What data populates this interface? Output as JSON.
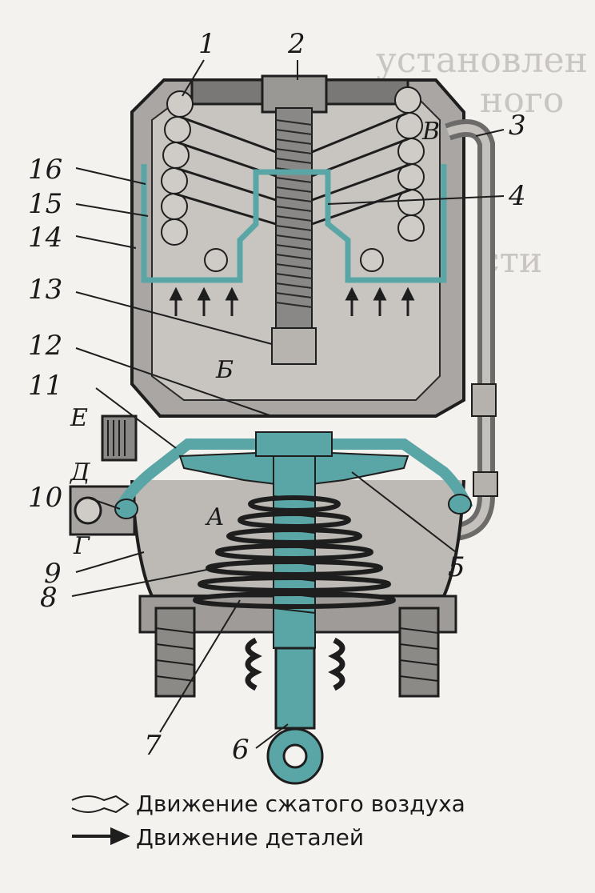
{
  "callouts": {
    "n1": "1",
    "n2": "2",
    "n3": "3",
    "n4": "4",
    "n5": "5",
    "n6": "6",
    "n7": "7",
    "n8": "8",
    "n9": "9",
    "n10": "10",
    "n11": "11",
    "n12": "12",
    "n13": "13",
    "n14": "14",
    "n15": "15",
    "n16": "16"
  },
  "zones": {
    "A": "А",
    "B": "Б",
    "V": "В",
    "G": "Г",
    "D": "Д",
    "E": "Е"
  },
  "legend": {
    "air_label": "Движение сжатого воздуха",
    "parts_label": "Движение деталей"
  },
  "colors": {
    "teal": "#5aa6a6",
    "metal": "#8e8c8a",
    "dark": "#2b2a28",
    "light": "#d9d6d2"
  }
}
